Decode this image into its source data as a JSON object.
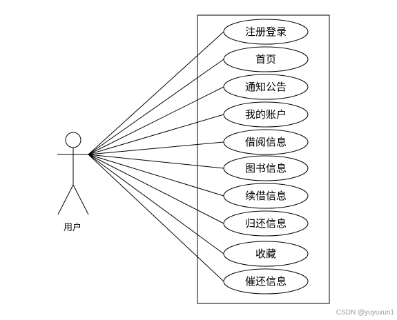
{
  "diagram": {
    "type": "use-case",
    "actor": {
      "label": "用户"
    },
    "use_cases": [
      {
        "id": "register-login",
        "label": "注册登录"
      },
      {
        "id": "home",
        "label": "首页"
      },
      {
        "id": "notices",
        "label": "通知公告"
      },
      {
        "id": "my-account",
        "label": "我的账户"
      },
      {
        "id": "borrow-info",
        "label": "借阅信息"
      },
      {
        "id": "book-info",
        "label": "图书信息"
      },
      {
        "id": "renew-info",
        "label": "续借信息"
      },
      {
        "id": "return-info",
        "label": "归还信息"
      },
      {
        "id": "favorites",
        "label": "收藏"
      },
      {
        "id": "overdue-reminder",
        "label": "催还信息"
      }
    ],
    "associations": "actor-to-each-use-case"
  },
  "watermark": "CSDN @yuyuxun1"
}
